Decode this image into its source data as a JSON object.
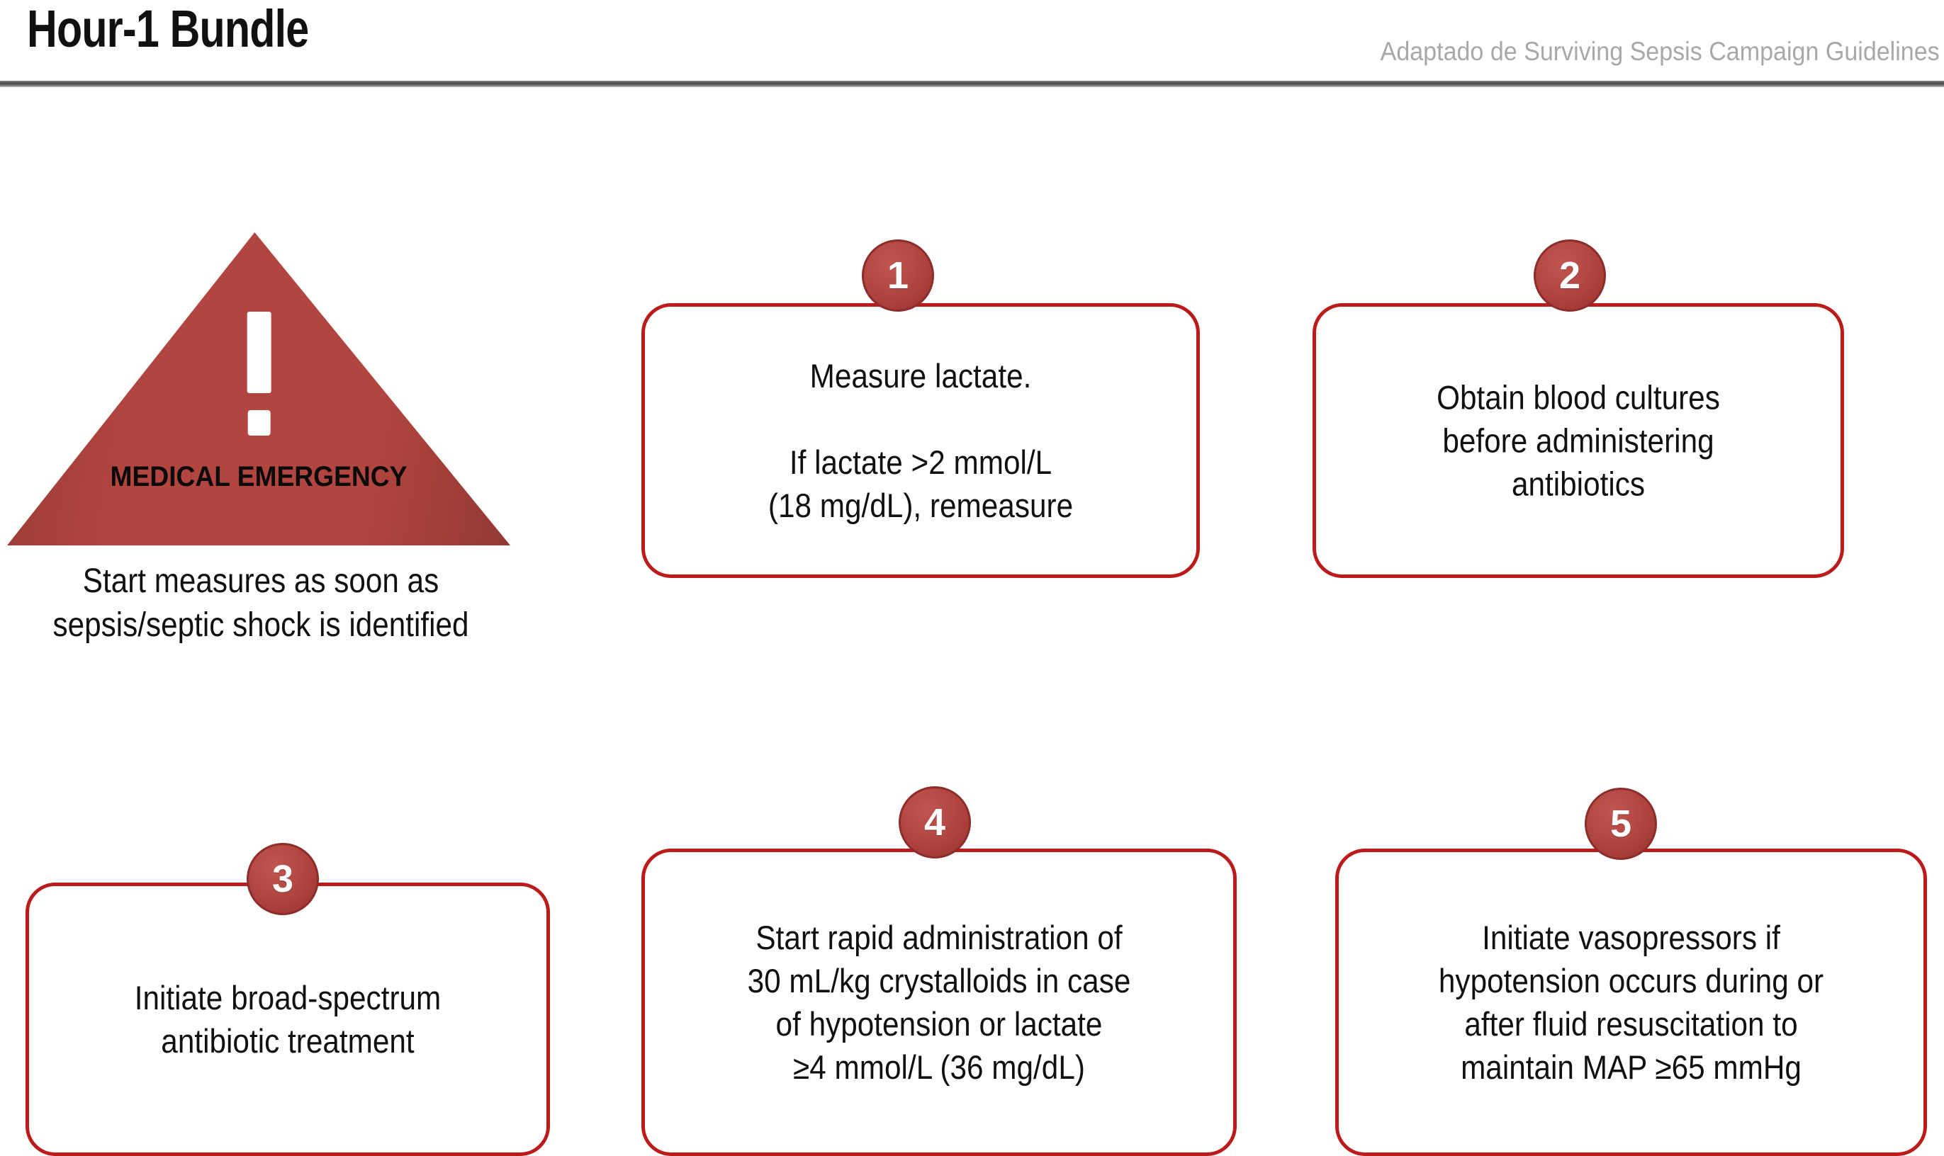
{
  "header": {
    "title": "Hour-1 Bundle",
    "attribution": "Adaptado de Surviving Sepsis Campaign Guidelines"
  },
  "warning": {
    "icon": "exclamation-mark",
    "label": "MEDICAL\nEMERGENCY",
    "caption": "Start measures as soon as\nsepsis/septic shock is identified"
  },
  "steps": [
    {
      "number": "1",
      "text": "Measure lactate.\n\nIf lactate >2 mmol/L\n(18 mg/dL), remeasure"
    },
    {
      "number": "2",
      "text": "Obtain blood cultures\nbefore administering\nantibiotics"
    },
    {
      "number": "3",
      "text": "Initiate broad-spectrum\nantibiotic treatment"
    },
    {
      "number": "4",
      "text": "Start rapid administration of\n30 mL/kg crystalloids in case\nof hypotension or lactate\n≥4 mmol/L (36 mg/dL)"
    },
    {
      "number": "5",
      "text": "Initiate vasopressors if\nhypotension occurs during or\nafter fluid resuscitation to\nmaintain MAP ≥65 mmHg"
    }
  ],
  "colors": {
    "accent_red": "#bb1b1b",
    "triangle_red": "#b2453f",
    "badge_red": "#b0433e",
    "rule_gray": "#4c4c4c",
    "attribution_gray": "#a8a8a8"
  }
}
